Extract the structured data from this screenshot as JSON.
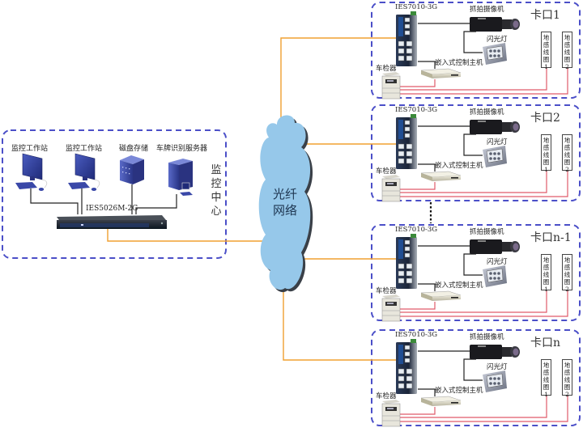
{
  "center": {
    "title": "监控中心",
    "devices": [
      {
        "label": "监控工作站",
        "icon": "workstation-icon"
      },
      {
        "label": "监控工作站",
        "icon": "workstation-icon"
      },
      {
        "label": "磁盘存储",
        "icon": "disk-storage-icon"
      },
      {
        "label": "车牌识别服务器",
        "icon": "server-icon"
      }
    ],
    "switch_label": "IES5026M-2G"
  },
  "network": {
    "label_line1": "光纤",
    "label_line2": "网络"
  },
  "stations": [
    {
      "name": "卡口1",
      "switch_label": "IES7010-3G",
      "camera_label": "抓拍摄像机",
      "flash_label": "闪光灯",
      "controller_label": "嵌入式控制主机",
      "detector_label": "车检器",
      "coil1": "地感线圈1",
      "coil2": "地感线圈2"
    },
    {
      "name": "卡口2",
      "switch_label": "IES7010-3G",
      "camera_label": "抓拍摄像机",
      "flash_label": "闪光灯",
      "controller_label": "嵌入式控制主机",
      "detector_label": "车检器",
      "coil1": "地感线圈1",
      "coil2": "地感线圈2"
    },
    {
      "name": "卡口n-1",
      "switch_label": "IES7010-3G",
      "camera_label": "抓拍摄像机",
      "flash_label": "闪光灯",
      "controller_label": "嵌入式控制主机",
      "detector_label": "车检器",
      "coil1": "地感线圈1",
      "coil2": "地感线圈2"
    },
    {
      "name": "卡口n",
      "switch_label": "IES7010-3G",
      "camera_label": "抓拍摄像机",
      "flash_label": "闪光灯",
      "controller_label": "嵌入式控制主机",
      "detector_label": "车检器",
      "coil1": "地感线圈1",
      "coil2": "地感线圈2"
    }
  ],
  "colors": {
    "group_border": "#4b4fc8",
    "fiber_link": "#f0a030",
    "signal_link": "#e05a6a",
    "ethernet_link": "#222222",
    "cloud_fill": "#96c8ea",
    "cloud_shadow": "#3a4048"
  }
}
